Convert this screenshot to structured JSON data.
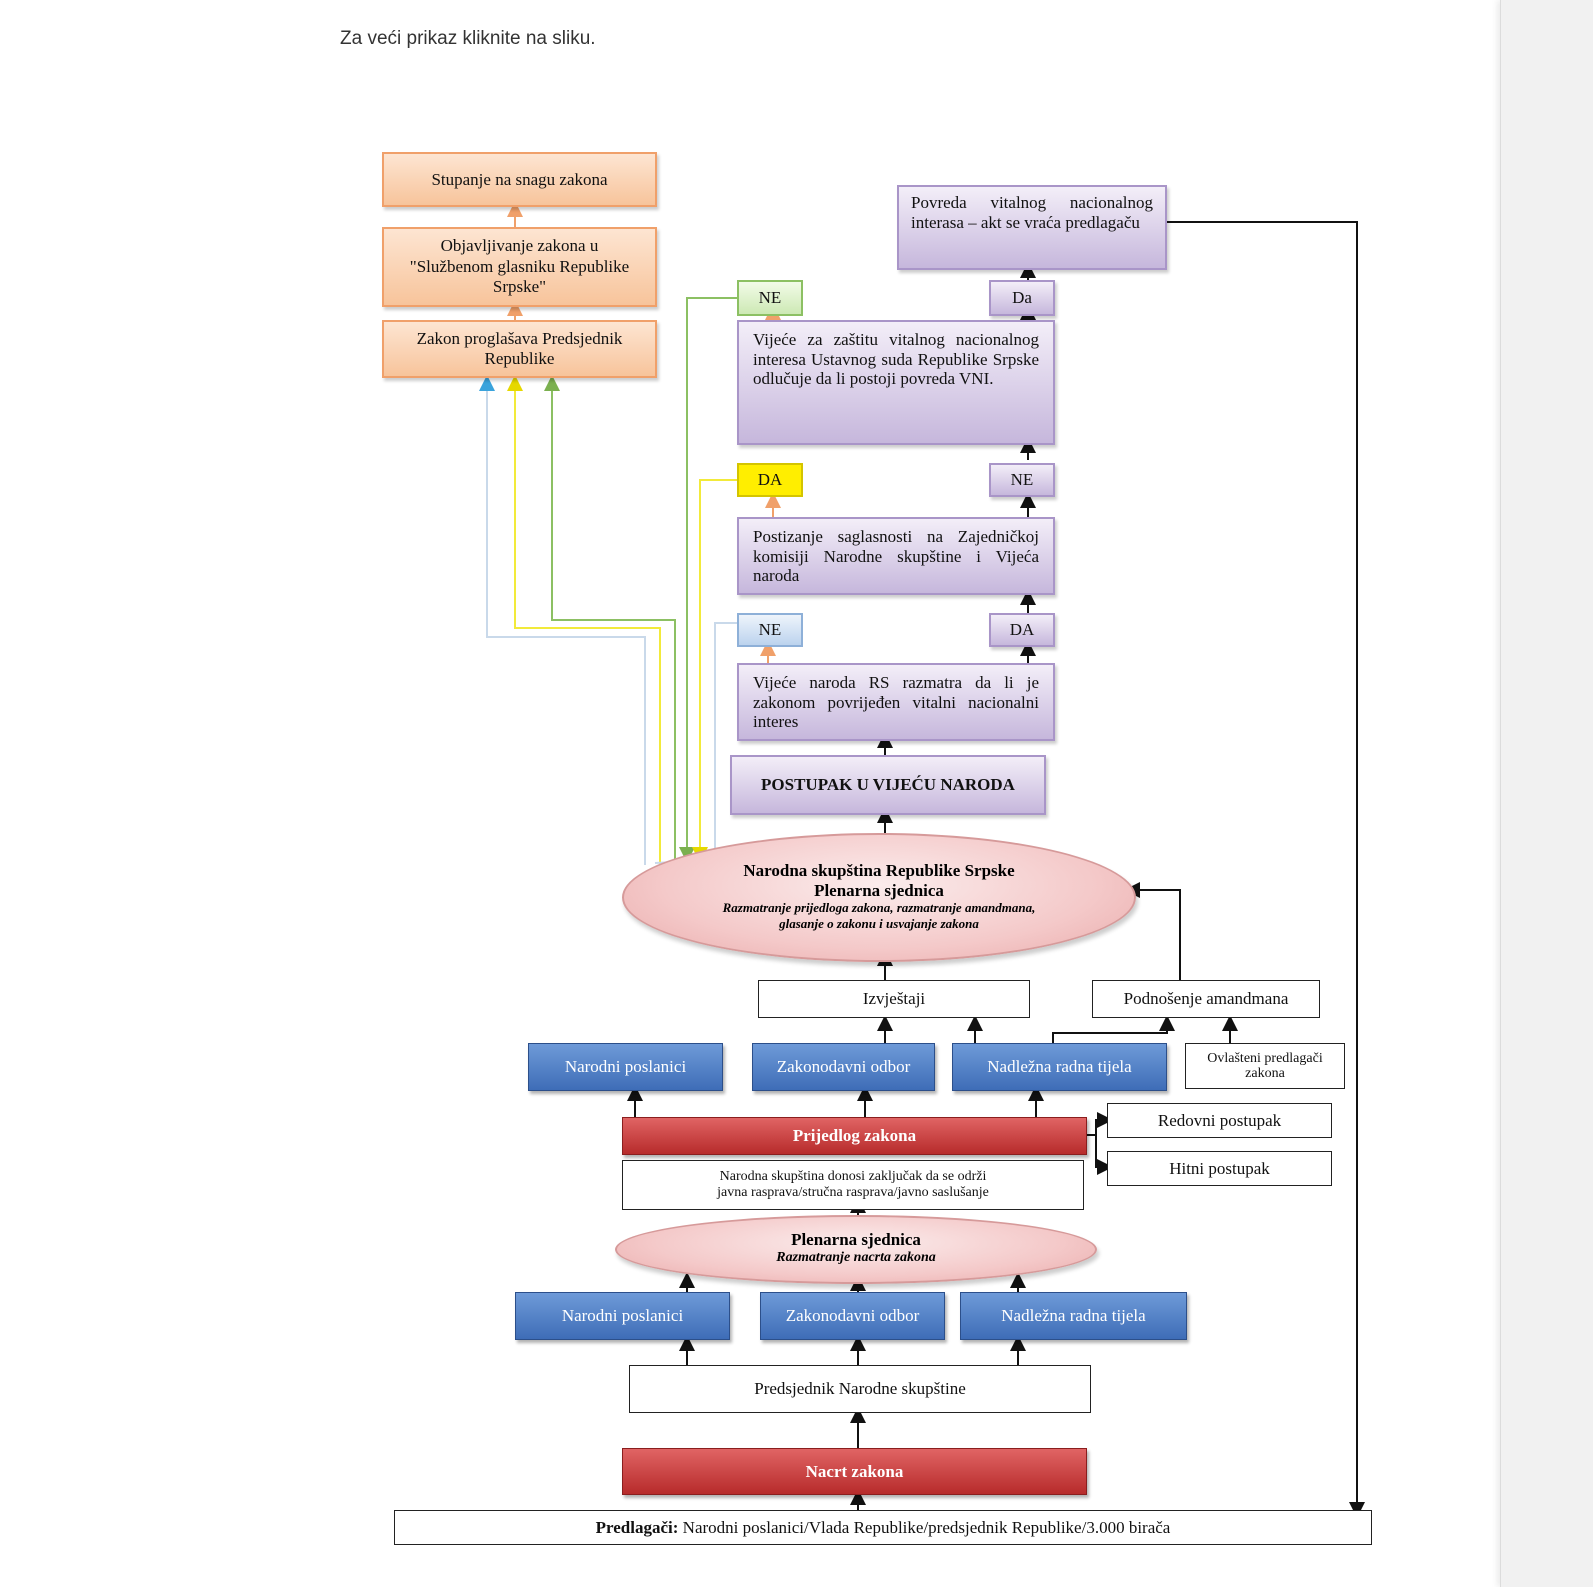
{
  "caption": "Za veći prikaz kliknite na sliku.",
  "diagram": {
    "stupanje": "Stupanje na snagu zakona",
    "objavljivanje": "Objavljivanje zakona u \"Službenom glasniku Republike Srpske\"",
    "proglasava": "Zakon proglašava Predsjednik Republike",
    "povreda": "Povreda vitalnog nacionalnog interasa – akt se vraća predlagaču",
    "ne_top": "NE",
    "da_top": "Da",
    "vijece_zastita": "Vijeće za zaštitu vitalnog nacionalnog interesa Ustavnog suda Republike Srpske odlučuje da li postoji povreda VNI.",
    "da_yellow": "DA",
    "ne_mid": "NE",
    "postizanje": "Postizanje saglasnosti na Zajedničkoj komisiji Narodne skupštine i Vijeća naroda",
    "ne_low": "NE",
    "da_low": "DA",
    "vijece_naroda": "Vijeće naroda RS razmatra da li je zakonom povrijeđen vitalni nacionalni interes",
    "postupak": "POSTUPAK U VIJEĆU NARODA",
    "skupstina_title1": "Narodna skupština Republike Srpske",
    "skupstina_title2": "Plenarna sjednica",
    "skupstina_sub": "Razmatranje prijedloga zakona, razmatranje amandmana, glasanje o zakonu i usvajanje zakona",
    "izvjestaji": "Izvještaji",
    "podnosenje": "Podnošenje amandmana",
    "ovlasteni": "Ovlašteni predlagači zakona",
    "poslanici_1": "Narodni poslanici",
    "odbor_1": "Zakonodavni odbor",
    "tijela_1": "Nadležna radna tijela",
    "prijedlog": "Prijedlog zakona",
    "redovni": "Redovni postupak",
    "hitni": "Hitni postupak",
    "zakljucak": "Narodna skupština donosi zaključak da se održi javna rasprava/stručna rasprava/javno saslušanje",
    "plenarna_title": "Plenarna sjednica",
    "plenarna_sub": "Razmatranje nacrta zakona",
    "poslanici_2": "Narodni poslanici",
    "odbor_2": "Zakonodavni odbor",
    "tijela_2": "Nadležna radna tijela",
    "predsjednik": "Predsjednik Narodne skupštine",
    "nacrt": "Nacrt zakona",
    "predlagaci_label": "Predlagači:",
    "predlagaci_text": "Narodni poslanici/Vlada Republike/predsjednik Republike/3.000 birača"
  },
  "colors": {
    "arrow_light_blue": "#9ec3e6",
    "arrow_yellow": "#f2ea3a",
    "arrow_green": "#8cc063",
    "arrow_orange": "#f0a06a"
  }
}
